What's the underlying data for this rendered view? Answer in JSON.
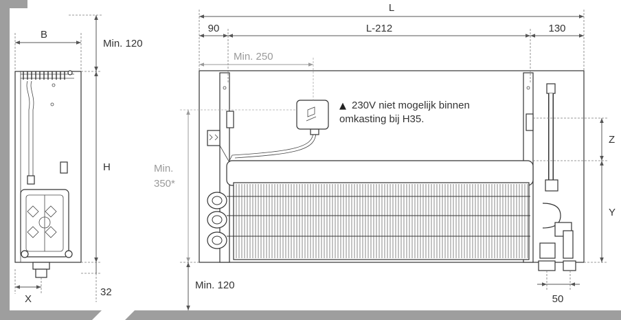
{
  "side_view": {
    "dim_B": "B",
    "dim_min_top": "Min. 120",
    "dim_H": "H",
    "dim_X": "X",
    "dim_32": "32"
  },
  "front_view": {
    "dim_L": "L",
    "dim_90": "90",
    "dim_L212": "L-212",
    "dim_130": "130",
    "dim_min_250": "Min. 250",
    "dim_min_350_line1": "Min.",
    "dim_min_350_line2": "350*",
    "dim_min_bottom": "Min. 120",
    "dim_Z": "Z",
    "dim_Y": "Y",
    "dim_50": "50",
    "warning_symbol": "▲",
    "warning_line1": "230V niet mogelijk binnen",
    "warning_line2": "omkasting bij H35."
  },
  "colors": {
    "wall": "#9e9e9e",
    "line": "#333333",
    "grey_dim": "#9a9a9a"
  }
}
